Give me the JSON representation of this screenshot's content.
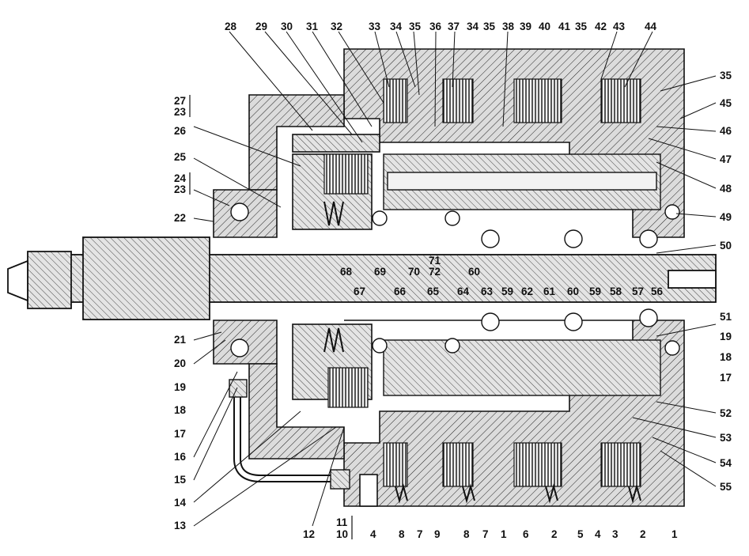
{
  "colors": {
    "ink": "#111111",
    "body": "#d9d9d9",
    "shaft": "#e6e6e6",
    "bg": "#ffffff"
  },
  "callouts": {
    "top": [
      "28",
      "29",
      "30",
      "31",
      "32",
      "33",
      "34",
      "35",
      "36",
      "37",
      "34",
      "35",
      "38",
      "39",
      "40",
      "41",
      "35",
      "42",
      "43",
      "44"
    ],
    "right": [
      "35",
      "45",
      "46",
      "47",
      "48",
      "49",
      "50",
      "51",
      "19",
      "18",
      "17",
      "52",
      "53",
      "54",
      "55"
    ],
    "left": [
      "27",
      "23",
      "26",
      "25",
      "24",
      "23",
      "22",
      "21",
      "20",
      "19",
      "18",
      "17",
      "16",
      "15",
      "14",
      "13"
    ],
    "bottom": [
      "12",
      "11",
      "10",
      "4",
      "8",
      "7",
      "9",
      "8",
      "7",
      "1",
      "6",
      "2",
      "5",
      "4",
      "3",
      "2",
      "1"
    ],
    "inner": [
      "68",
      "69",
      "70",
      "71",
      "72",
      "60",
      "67",
      "66",
      "65",
      "64",
      "63",
      "59",
      "62",
      "61",
      "60",
      "59",
      "58",
      "57",
      "56"
    ]
  }
}
